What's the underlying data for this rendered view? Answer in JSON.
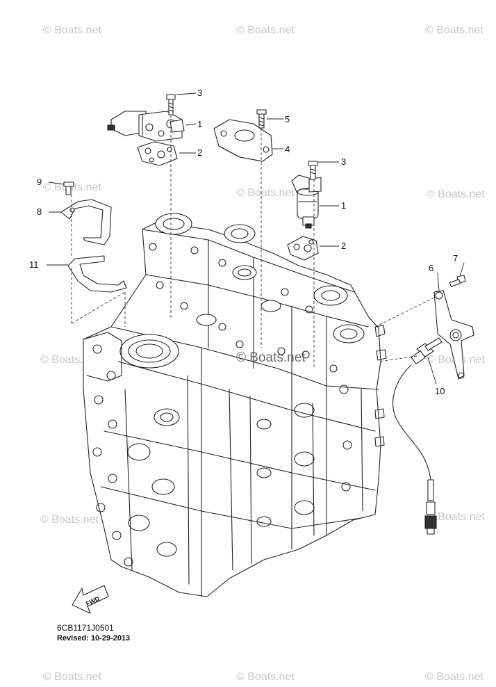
{
  "watermark": "© Boats.net",
  "callouts": [
    "1",
    "2",
    "3",
    "4",
    "5",
    "1",
    "2",
    "3",
    "6",
    "7",
    "8",
    "9",
    "10",
    "11"
  ],
  "fwd_label": "FWD",
  "part_code": "6CB1171J0501",
  "revised": "Revised: 10-29-2013",
  "colors": {
    "ink": "#222222",
    "watermark": "#c8c8c8",
    "background": "#ffffff"
  }
}
